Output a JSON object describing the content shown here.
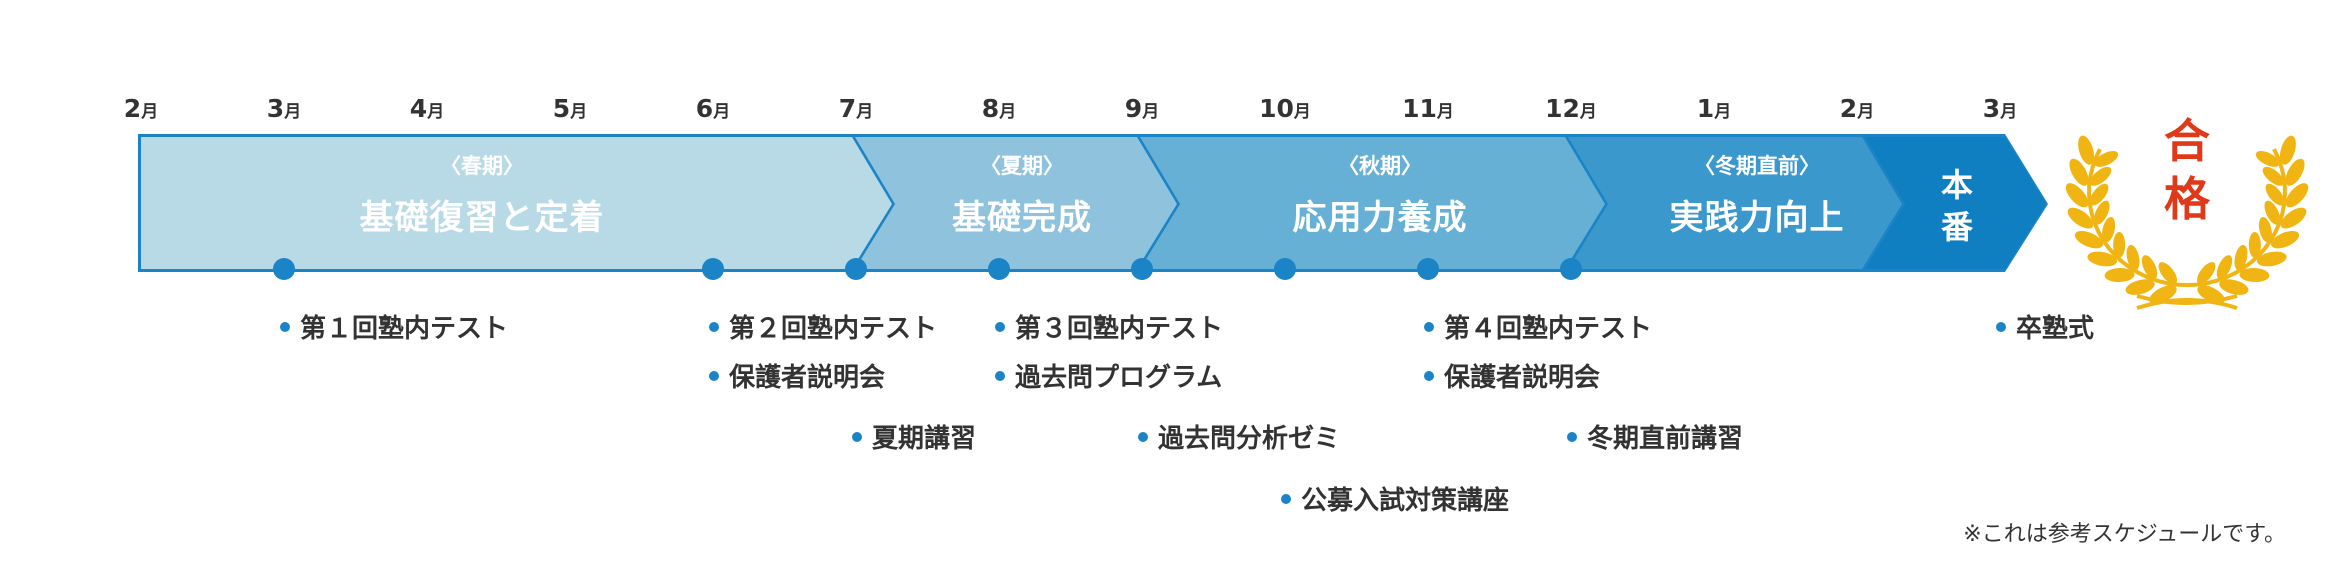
{
  "months": [
    "2",
    "3",
    "4",
    "5",
    "6",
    "7",
    "8",
    "9",
    "10",
    "11",
    "12",
    "1",
    "2",
    "3"
  ],
  "month_suffix": "月",
  "phases": [
    {
      "sub": "〈春期〉",
      "title": "基礎復習と定着",
      "color": "#b8d9e6"
    },
    {
      "sub": "〈夏期〉",
      "title": "基礎完成",
      "color": "#8fc2dc"
    },
    {
      "sub": "〈秋期〉",
      "title": "応用力養成",
      "color": "#66b0d6"
    },
    {
      "sub": "〈冬期直前〉",
      "title": "実践力向上",
      "color": "#3a98cd"
    }
  ],
  "final": {
    "title": "本番",
    "chars": [
      "本",
      "番"
    ],
    "color": "#0f7fc1"
  },
  "outline_color": "#1b84c6",
  "events": [
    {
      "label": "第１回塾内テスト"
    },
    {
      "label": "第２回塾内テスト"
    },
    {
      "label": "保護者説明会"
    },
    {
      "label": "夏期講習"
    },
    {
      "label": "第３回塾内テスト"
    },
    {
      "label": "過去問プログラム"
    },
    {
      "label": "過去問分析ゼミ"
    },
    {
      "label": "公募入試対策講座"
    },
    {
      "label": "第４回塾内テスト"
    },
    {
      "label": "保護者説明会"
    },
    {
      "label": "冬期直前講習"
    },
    {
      "label": "卒塾式"
    }
  ],
  "badge": {
    "text": "合格",
    "chars": [
      "合",
      "格"
    ],
    "text_color": "#e0391a",
    "laurel_color": "#f1b513"
  },
  "note": "※これは参考スケジュールです。"
}
